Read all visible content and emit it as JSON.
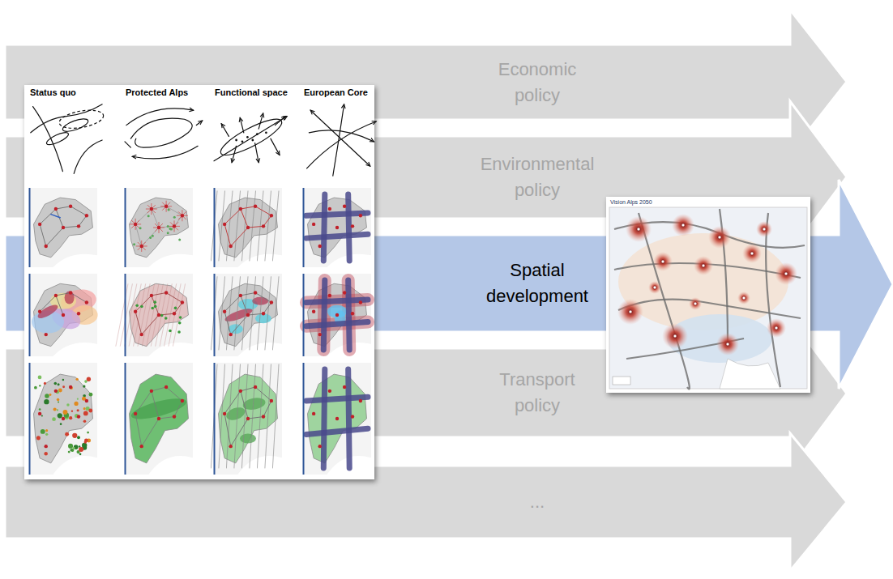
{
  "diagram": {
    "nodes": [
      {
        "text": [
          "Economic policy"
        ]
      },
      {
        "text": [
          "Environmental policy"
        ]
      },
      {
        "text": [
          "Spatial development"
        ]
      },
      {
        "text": [
          "Transport policy"
        ]
      },
      {
        "text": [
          "..."
        ]
      }
    ],
    "labels": [
      "Status quo",
      "Protected Alps",
      "Functional space",
      "European Core",
      "Vision Alps 2050"
    ]
  }
}
